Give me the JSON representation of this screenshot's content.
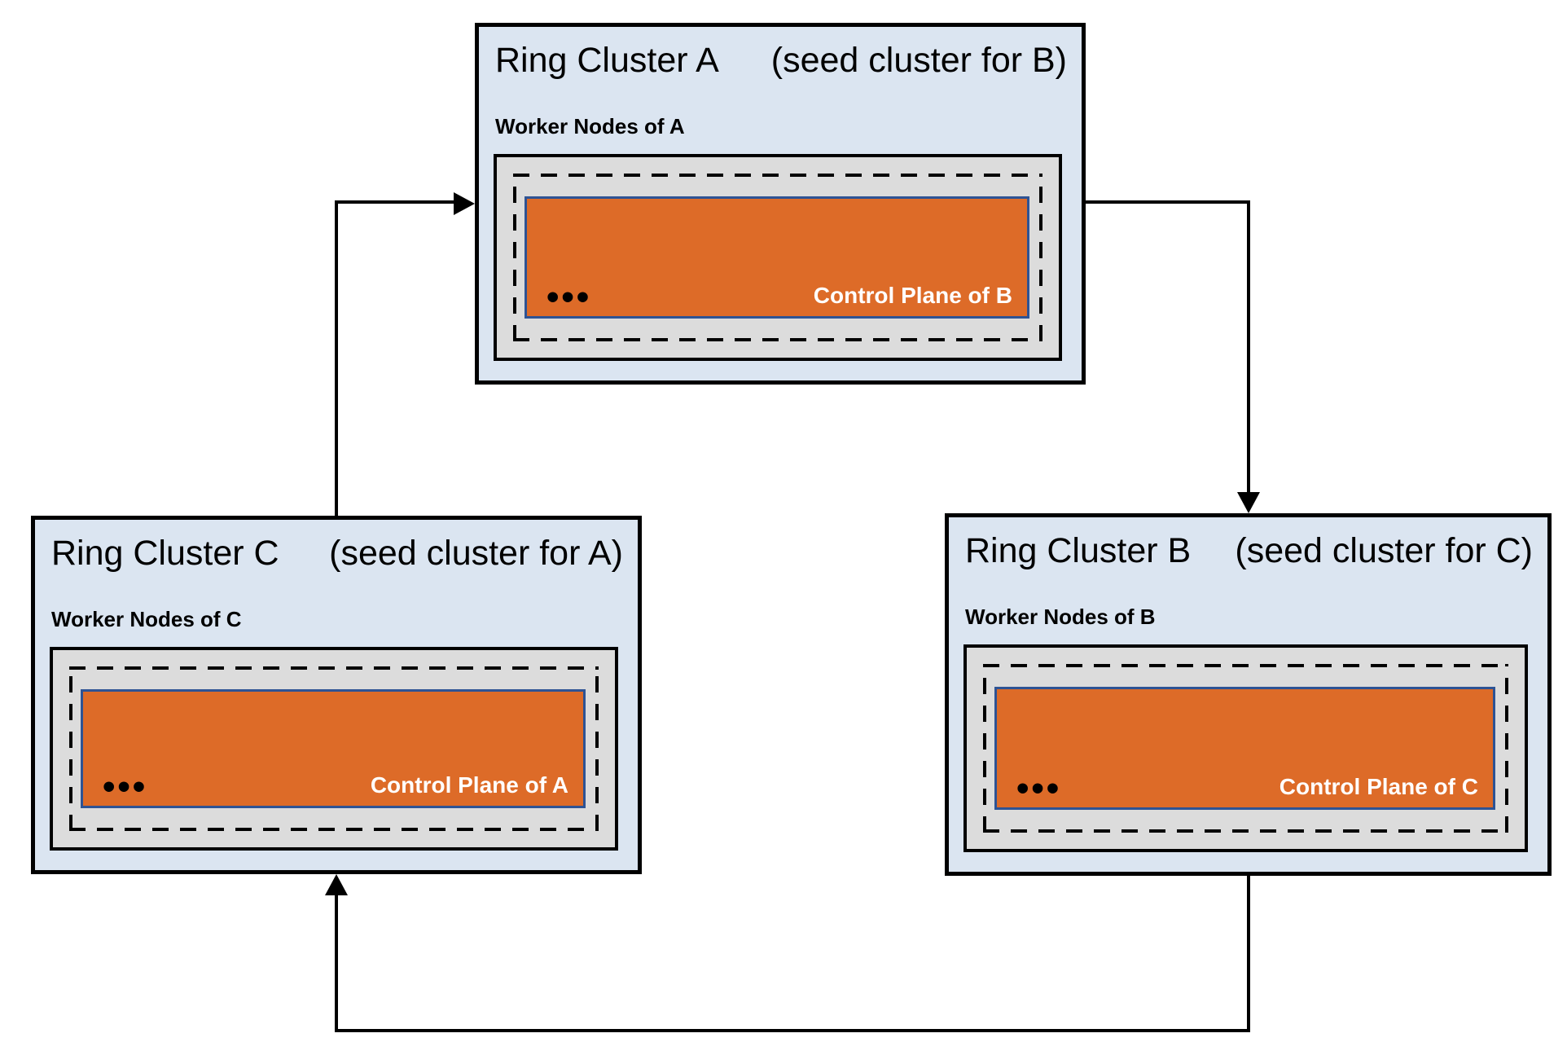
{
  "clusters": [
    {
      "id": "A",
      "title": "Ring Cluster A",
      "seed_note": "(seed cluster for B)",
      "worker_label": "Worker Nodes of A",
      "ellipsis": "•••",
      "control_plane_label": "Control Plane of B"
    },
    {
      "id": "B",
      "title": "Ring Cluster B",
      "seed_note": "(seed cluster for C)",
      "worker_label": "Worker Nodes of B",
      "ellipsis": "•••",
      "control_plane_label": "Control Plane of C"
    },
    {
      "id": "C",
      "title": "Ring Cluster C",
      "seed_note": "(seed cluster for A)",
      "worker_label": "Worker Nodes of C",
      "ellipsis": "•••",
      "control_plane_label": "Control Plane of A"
    }
  ],
  "edges": [
    {
      "from": "C",
      "to": "A"
    },
    {
      "from": "A",
      "to": "B"
    },
    {
      "from": "B",
      "to": "C"
    }
  ],
  "colors": {
    "cluster_fill": "#dbe5f1",
    "cluster_border": "#000000",
    "worker_box_fill": "#dcdcdc",
    "worker_box_border": "#000000",
    "control_plane_fill": "#dd6b28",
    "control_plane_border": "#2e5394",
    "control_plane_text": "#ffffff",
    "arrow": "#000000",
    "text": "#000000"
  }
}
